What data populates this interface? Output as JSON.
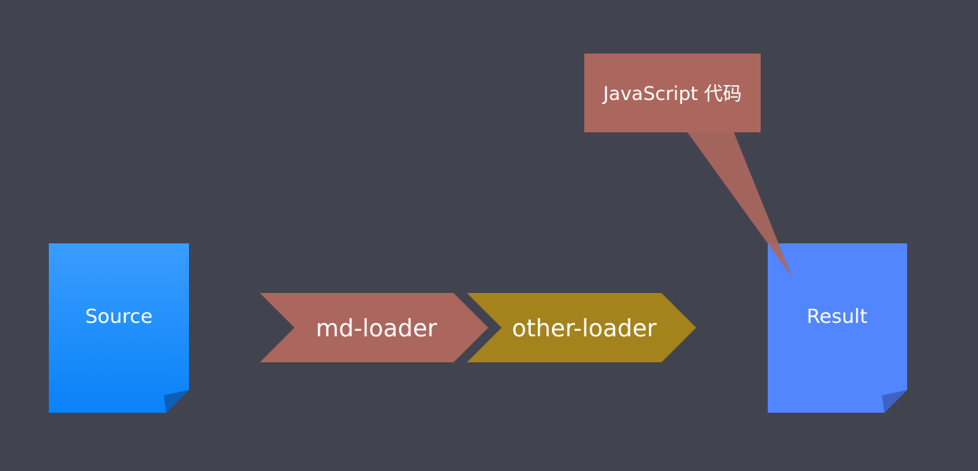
{
  "nodes": {
    "source": {
      "label": "Source",
      "color": "#1a8cff"
    },
    "result": {
      "label": "Result",
      "color": "#5286ff"
    }
  },
  "pipeline": {
    "loaders": [
      {
        "label": "md-loader",
        "color": "#ab675e"
      },
      {
        "label": "other-loader",
        "color": "#a4831d"
      }
    ]
  },
  "callout": {
    "label": "JavaScript 代码",
    "color": "#ab675e"
  },
  "background_color": "#41444f"
}
